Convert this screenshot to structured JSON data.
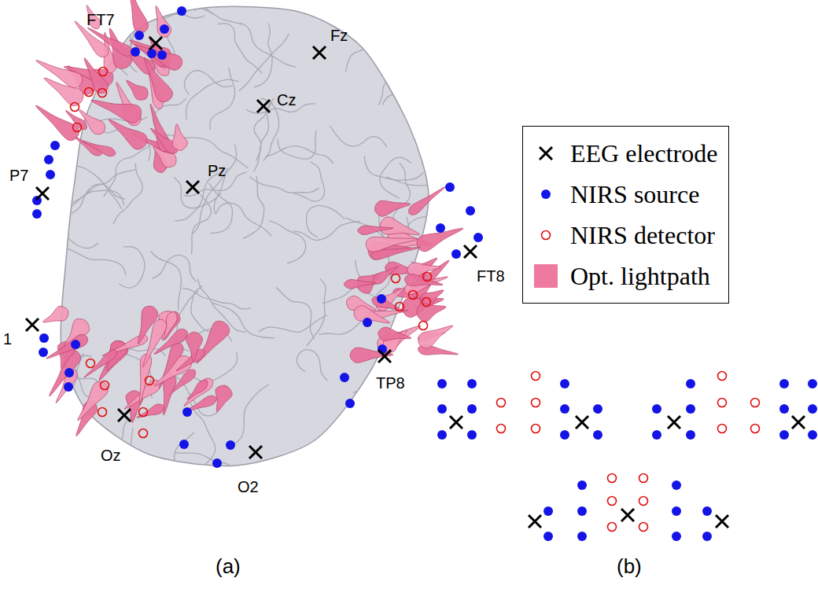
{
  "diagram": {
    "labels": [
      "FT7",
      "Fz",
      "Cz",
      "Pz",
      "P7",
      "FT8",
      "1",
      "TP8",
      "Oz",
      "O2",
      "(a)",
      "(b)"
    ],
    "legend": [
      {
        "text": "EEG electrode"
      },
      {
        "text": "NIRS source"
      },
      {
        "text": "NIRS detector"
      },
      {
        "text": "Opt. lightpath",
        "color": "#ee7aa0"
      }
    ]
  }
}
